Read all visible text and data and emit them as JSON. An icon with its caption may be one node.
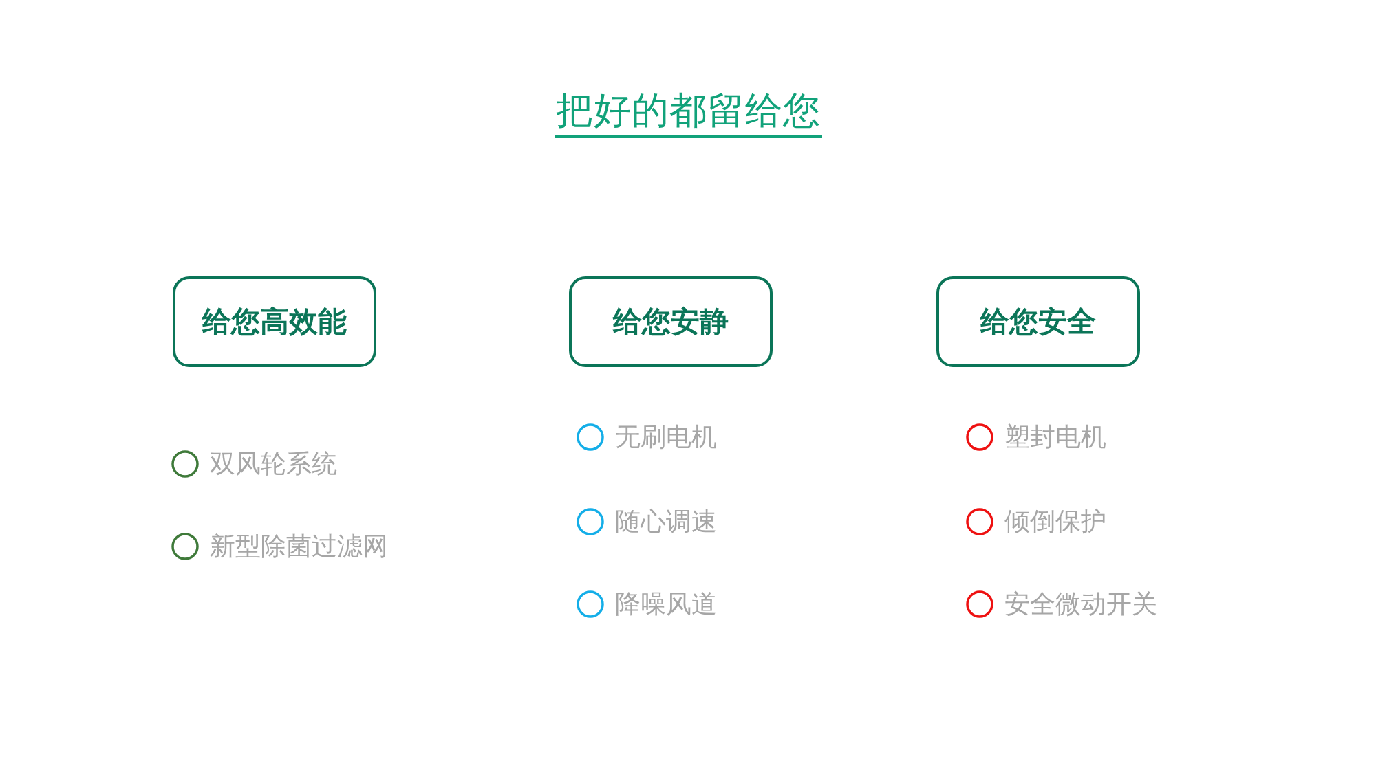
{
  "diagram": {
    "title": "把好的都留给您",
    "nodes": [
      {
        "text": [
          "给您高效能"
        ]
      },
      {
        "text": [
          "给您安静"
        ]
      },
      {
        "text": [
          "给您安全"
        ]
      }
    ],
    "labels": [
      "双风轮系统",
      "新型除菌过滤网",
      "无刷电机",
      "随心调速",
      "降噪风道",
      "塑封电机",
      "倾倒保护",
      "安全微动开关"
    ]
  }
}
